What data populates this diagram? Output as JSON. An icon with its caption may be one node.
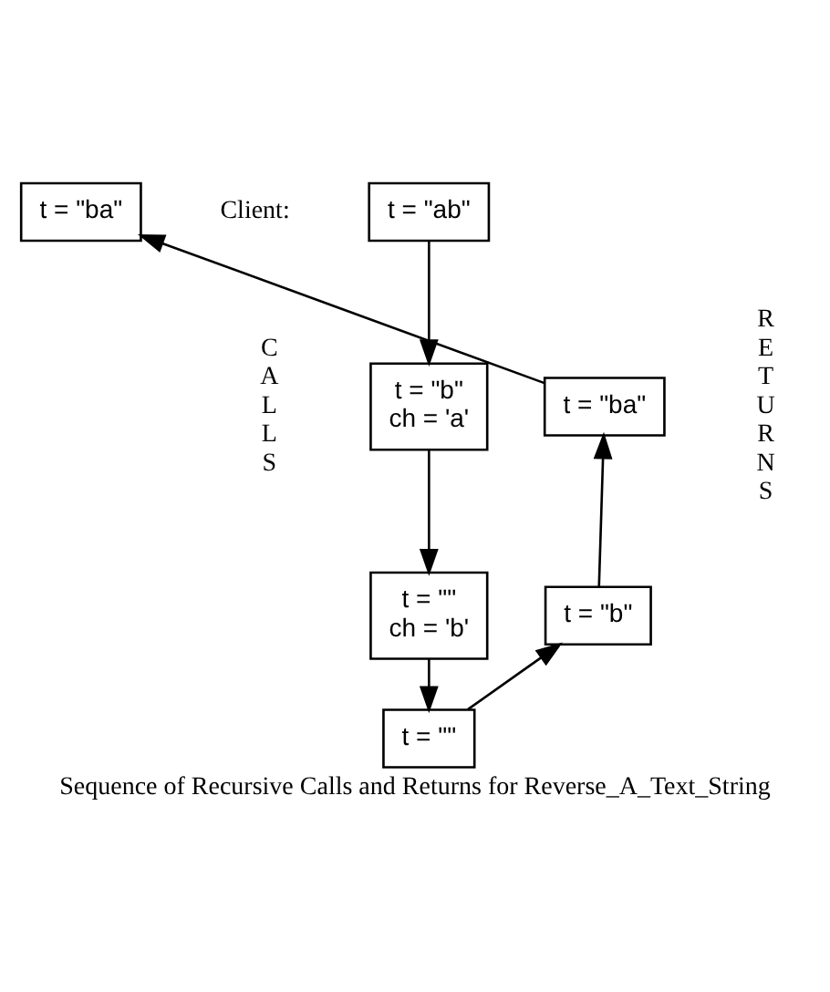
{
  "diagram": {
    "caption": "Sequence of Recursive Calls and Returns for Reverse_A_Text_String",
    "nodes": [
      {
        "text": [
          "t = \"ab\""
        ],
        "beside": [
          "Client:"
        ]
      },
      {
        "text": [
          "t = \"b\" ch = 'a'"
        ]
      },
      {
        "text": [
          "t = \"\" ch = 'b'"
        ]
      },
      {
        "text": [
          "t = \"\""
        ]
      },
      {
        "text": [
          "t = \"b\""
        ]
      },
      {
        "text": [
          "t = \"ba\""
        ]
      },
      {
        "text": [
          "t = \"ba\""
        ]
      }
    ],
    "edges": [
      {
        "from": 0,
        "to": 1,
        "arrow": "to"
      },
      {
        "from": 1,
        "to": 2,
        "arrow": "to"
      },
      {
        "from": 2,
        "to": 3,
        "arrow": "to"
      },
      {
        "from": 3,
        "to": 4,
        "arrow": "to"
      },
      {
        "from": 4,
        "to": 5,
        "arrow": "to"
      },
      {
        "from": 5,
        "to": 6,
        "arrow": "to"
      }
    ],
    "labels": [
      "CALLS",
      "RETURNS"
    ]
  }
}
